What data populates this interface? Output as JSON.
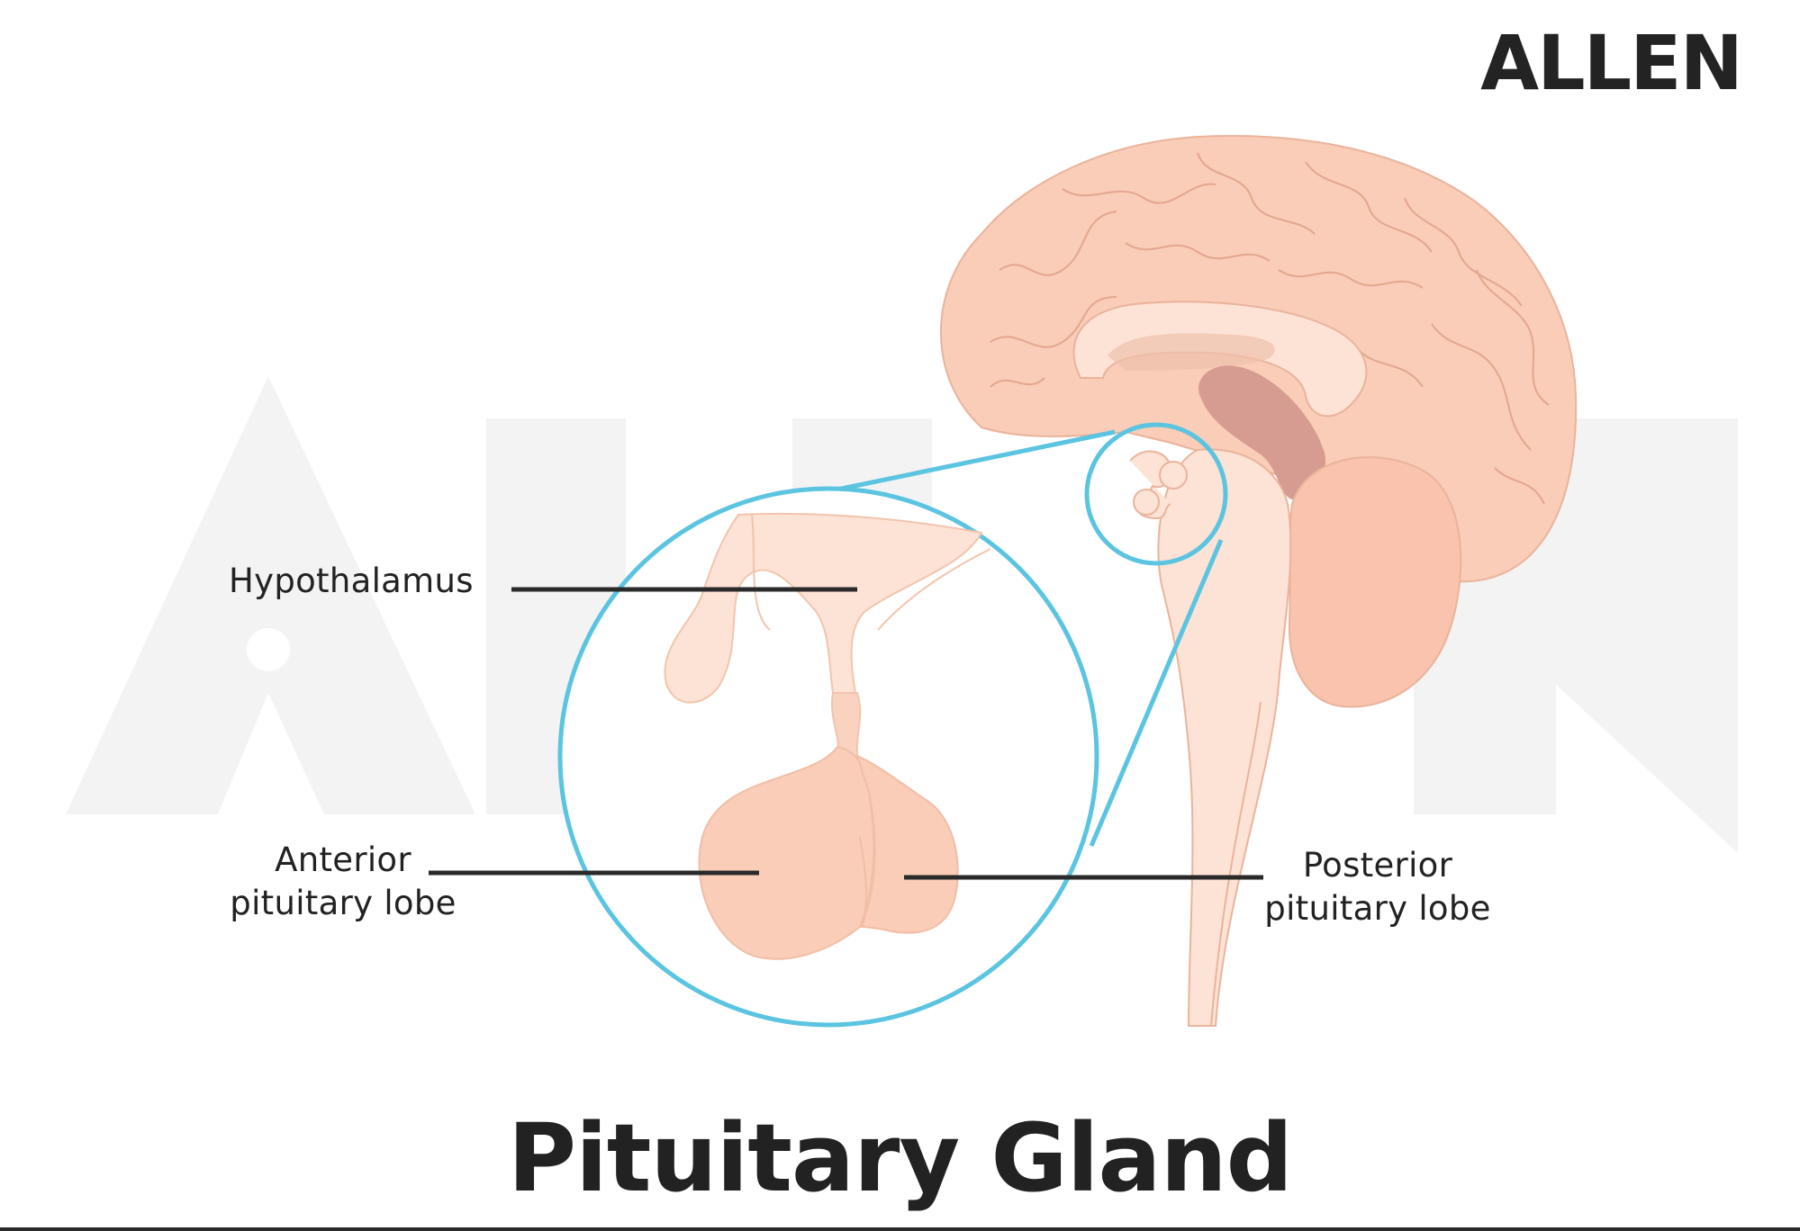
{
  "brand": {
    "logo": "ALLEN"
  },
  "title": "Pituitary Gland",
  "labels": {
    "hypothalamus": "Hypothalamus",
    "anterior_line1": "Anterior",
    "anterior_line2": "pituitary lobe",
    "posterior_line1": "Posterior",
    "posterior_line2": "pituitary lobe"
  },
  "colors": {
    "tissue": "#f9cdb8",
    "tissue_light": "#fde3d6",
    "tissue_stroke": "#eab39b",
    "thalamus": "#d69b91",
    "zoom_ring": "#5bc4e0",
    "leader": "#2a2a2a",
    "watermark": "#f3f3f3"
  }
}
